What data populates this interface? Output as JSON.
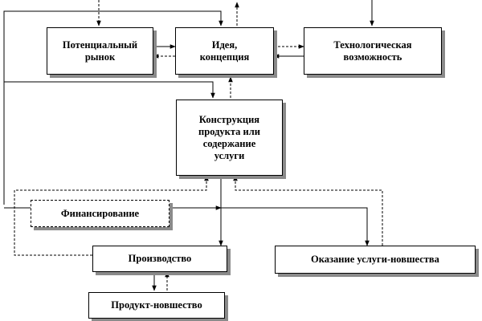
{
  "nodes": {
    "market": "Потенциальный\nрынок",
    "idea": "Идея,\nконцепция",
    "tech": "Технологическая\nвозможность",
    "design": "Конструкция\nпродукта или\nсодержание\nуслуги",
    "finance": "Финансирование",
    "production": "Производство",
    "service": "Оказание услуги-новшества",
    "product": "Продукт-новшество"
  }
}
